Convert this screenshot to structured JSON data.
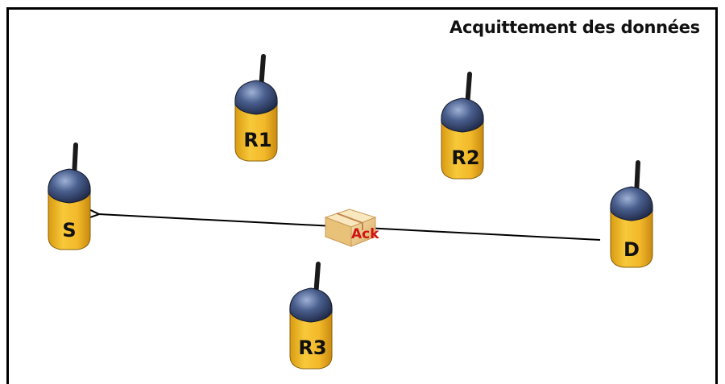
{
  "title": "Acquittement des  données",
  "nodes": [
    {
      "id": "S",
      "label": "S"
    },
    {
      "id": "R1",
      "label": "R1"
    },
    {
      "id": "R2",
      "label": "R2"
    },
    {
      "id": "R3",
      "label": "R3"
    },
    {
      "id": "D",
      "label": "D"
    }
  ],
  "message": {
    "label": "Ack",
    "from": "D",
    "to": "S"
  },
  "colors": {
    "device_body": "#f2b82a",
    "device_cap": "#3d4f7a",
    "antenna": "#1a1a1a",
    "ack_text": "#d21414",
    "arrow": "#000000"
  }
}
